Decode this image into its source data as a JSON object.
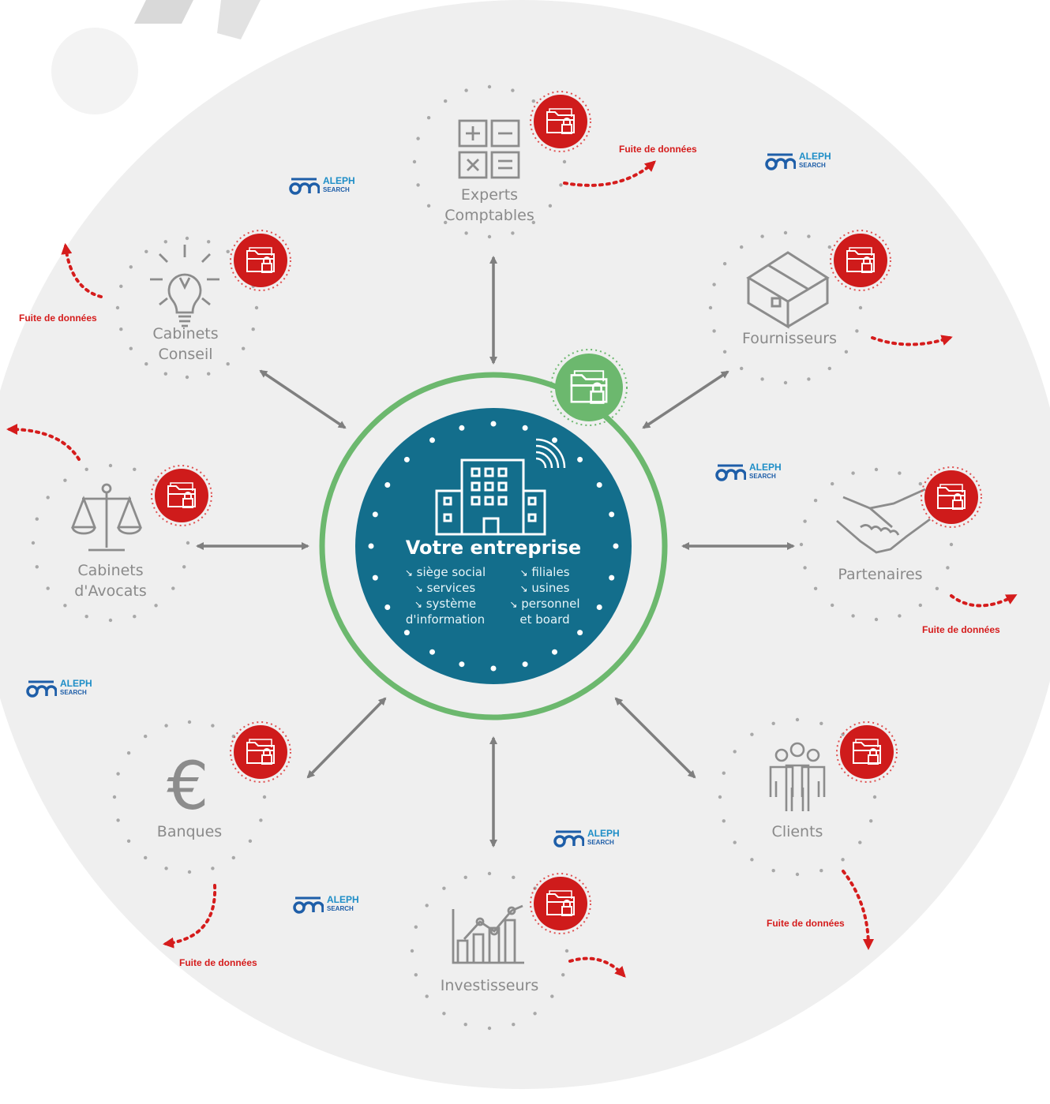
{
  "center": {
    "title": "Votre entreprise",
    "left_items": [
      "siège social",
      "services",
      "système",
      "d'information"
    ],
    "right_items": [
      "filiales",
      "usines",
      "personnel",
      "et board"
    ]
  },
  "nodes": [
    {
      "id": "experts",
      "lines": [
        "Experts",
        "Comptables"
      ],
      "icon": "calculator-icon"
    },
    {
      "id": "conseil",
      "lines": [
        "Cabinets",
        "Conseil"
      ],
      "icon": "lightbulb-icon"
    },
    {
      "id": "fournisseurs",
      "lines": [
        "Fournisseurs"
      ],
      "icon": "box-icon"
    },
    {
      "id": "avocats",
      "lines": [
        "Cabinets",
        "d'Avocats"
      ],
      "icon": "scales-icon"
    },
    {
      "id": "partenaires",
      "lines": [
        "Partenaires"
      ],
      "icon": "handshake-icon"
    },
    {
      "id": "banques",
      "lines": [
        "Banques"
      ],
      "icon": "euro-icon"
    },
    {
      "id": "clients",
      "lines": [
        "Clients"
      ],
      "icon": "people-icon"
    },
    {
      "id": "investisseurs",
      "lines": [
        "Investisseurs"
      ],
      "icon": "growth-chart-icon"
    }
  ],
  "leak_label": "Fuite de données",
  "logo": {
    "line1": "ALEPH",
    "line2": "SEARCH"
  },
  "colors": {
    "teal": "#136e8c",
    "green": "#6cb86e",
    "red": "#cf1b1b",
    "gray_icon": "#8c8c8c",
    "background_circle": "#efefef"
  }
}
